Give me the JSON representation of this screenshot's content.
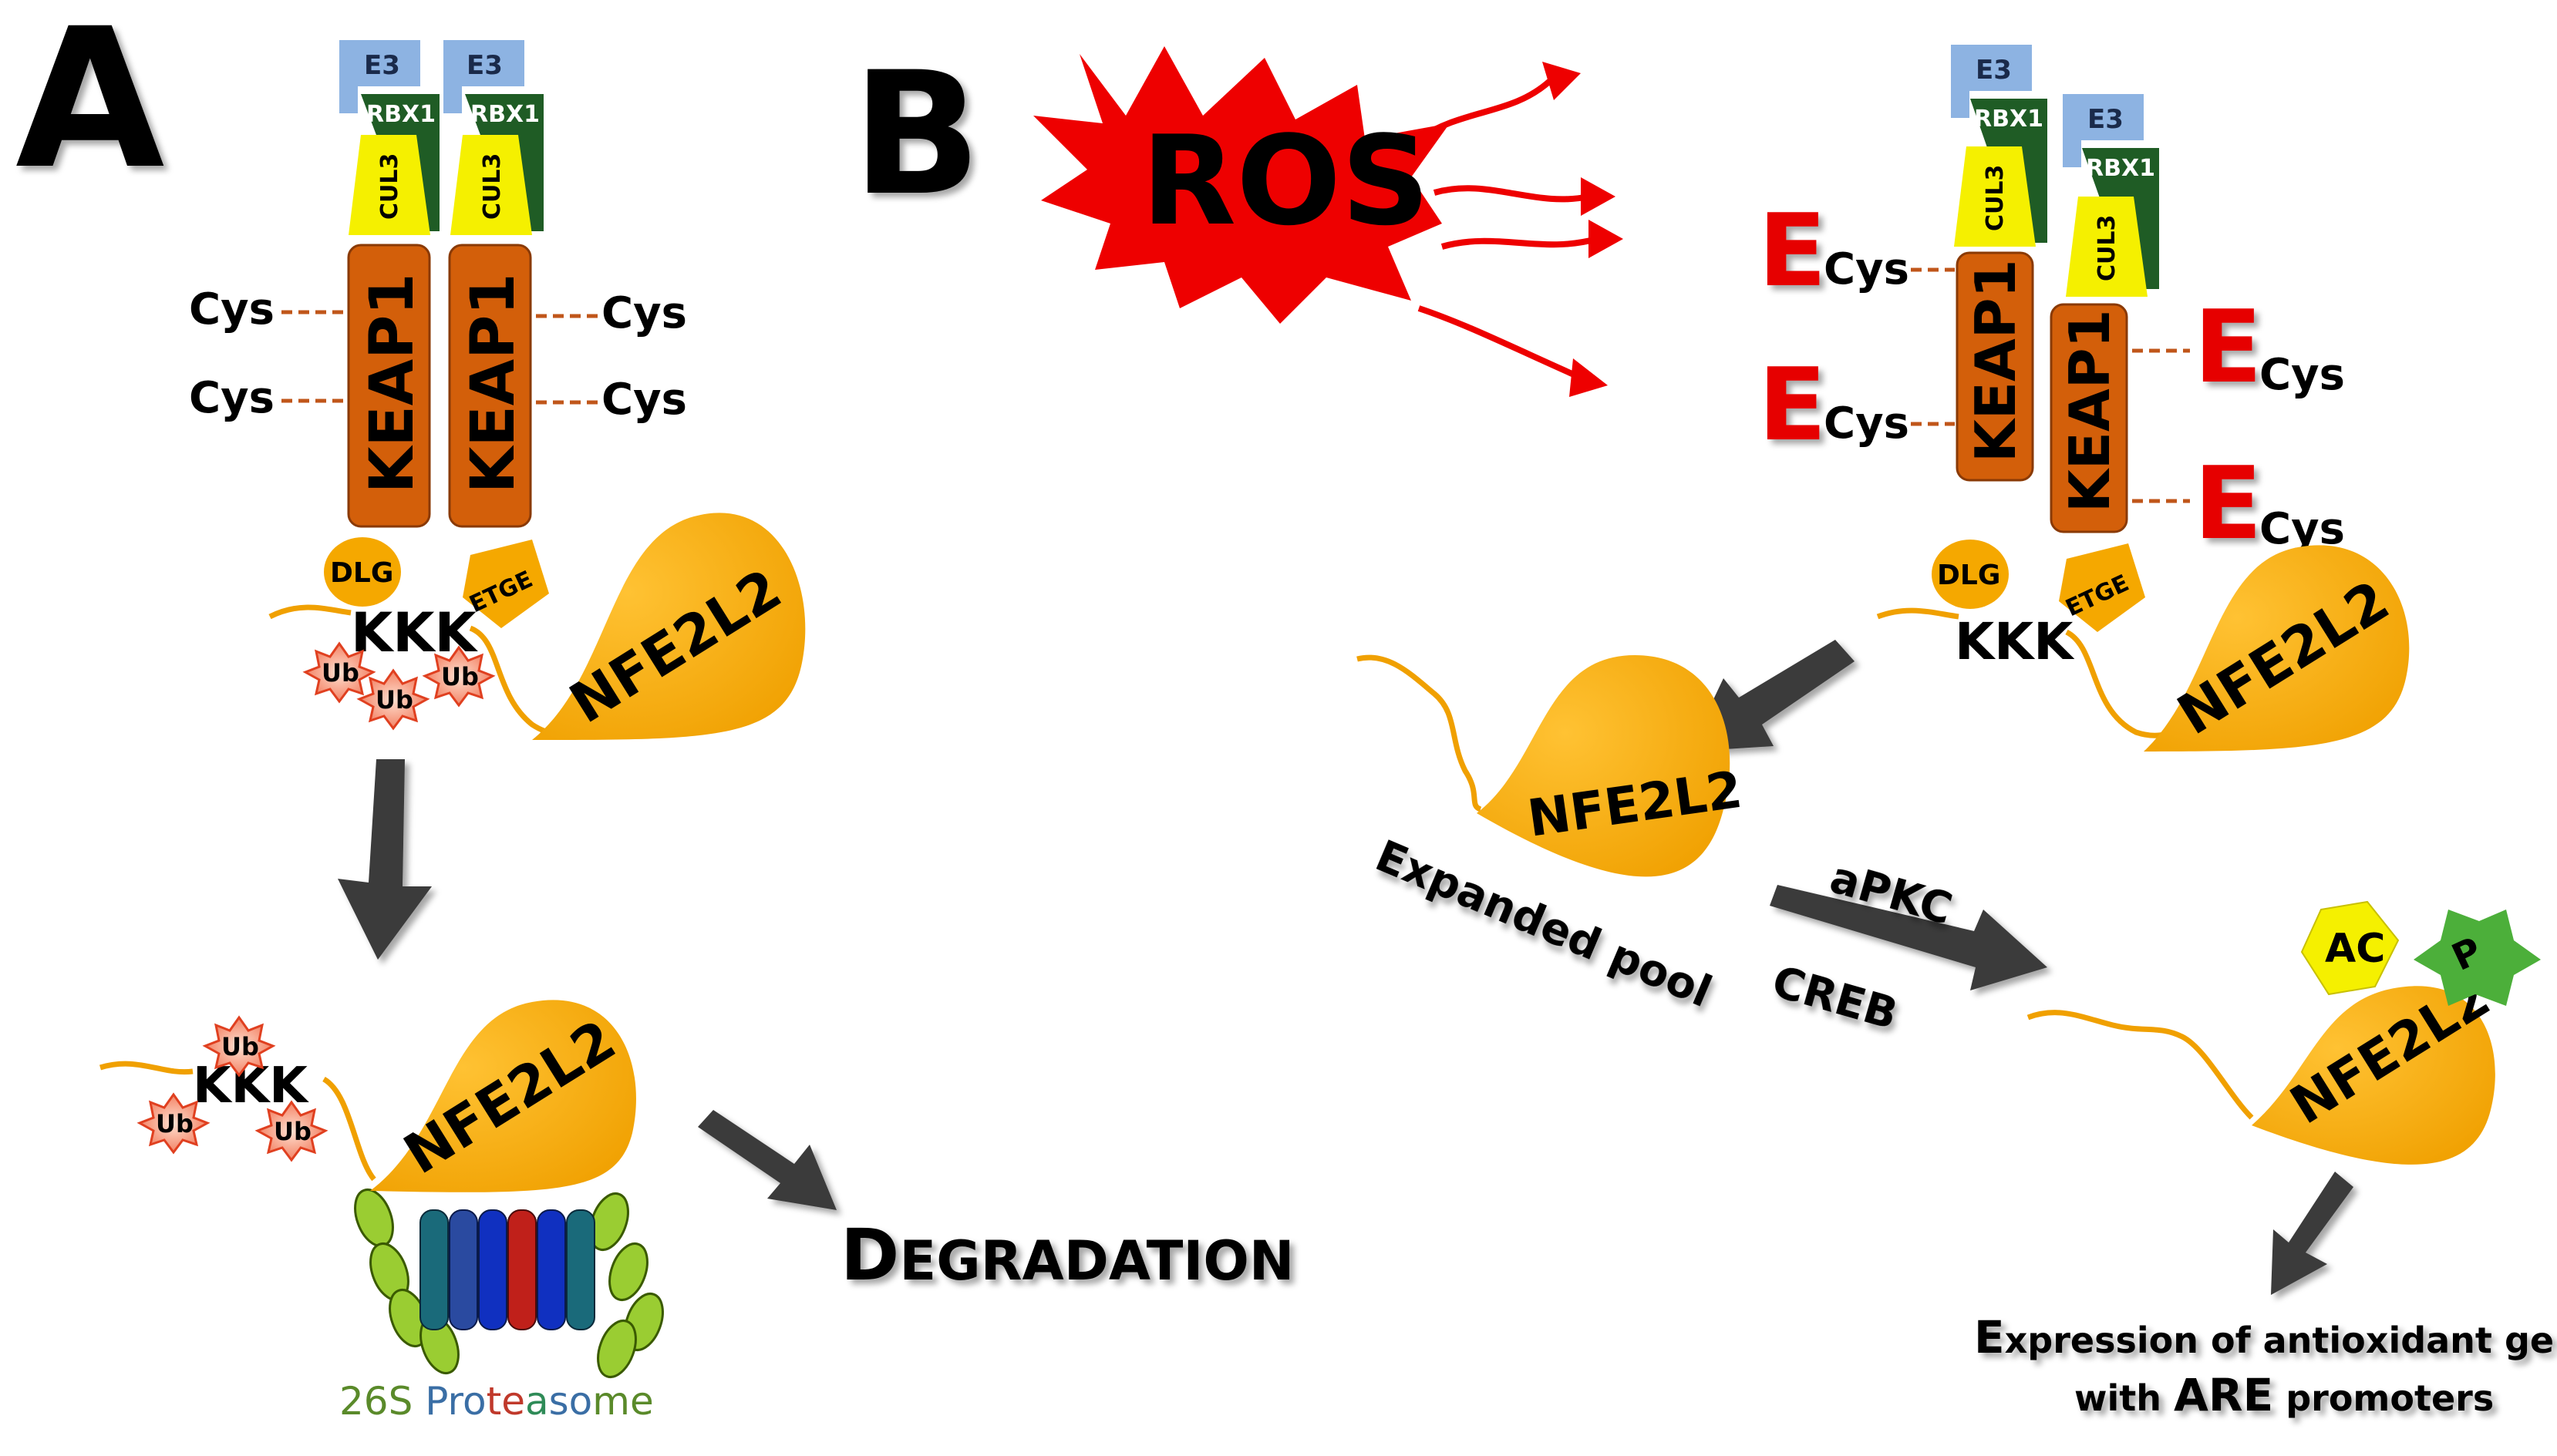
{
  "panels": {
    "a_label": "A",
    "b_label": "B"
  },
  "complex": {
    "e3": "E3",
    "rbx1": "RBX1",
    "cul3": "CUL3",
    "keap1": "KEAP1",
    "cys": "Cys",
    "dlg": "DLG",
    "etge": "ETGE",
    "kkk": "KKK",
    "nfe2l2": "NFE2L2",
    "ub": "Ub",
    "electrophile": "E"
  },
  "panel_a": {
    "degradation_first": "D",
    "degradation_rest": "EGRADATION",
    "proteasome_label_parts": [
      "26S ",
      "Pro",
      "te",
      "a",
      "so",
      "me"
    ]
  },
  "panel_b": {
    "ros": "ROS",
    "expanded_pool": "Expanded pool",
    "apkc": "aPKC",
    "creb": "CREB",
    "ac": "AC",
    "p": "P",
    "expression_line1_first": "E",
    "expression_line1_rest": "xpression of antioxidant genes",
    "expression_line2_pre": "with ",
    "expression_line2_are": "ARE",
    "expression_line2_post": " promoters"
  },
  "colors": {
    "keap1": "#d35f0a",
    "nfe2l2": "#f5a800",
    "e3": "#8db3e2",
    "rbx1": "#1f5c25",
    "cul3": "#f5f000",
    "ros": "#ee0000",
    "arrow": "#3a3a3a",
    "electrophile": "#e60000",
    "ac": "#f5f000",
    "p": "#4caf3a",
    "proteasome_text_26S": "#5a8a2a",
    "proteasome_text_pro": "#3a6ea5",
    "proteasome_text_te": "#c0392b",
    "proteasome_text_a": "#2e8b57",
    "proteasome_text_so": "#3a6ea5",
    "proteasome_text_me": "#5a8a2a"
  }
}
